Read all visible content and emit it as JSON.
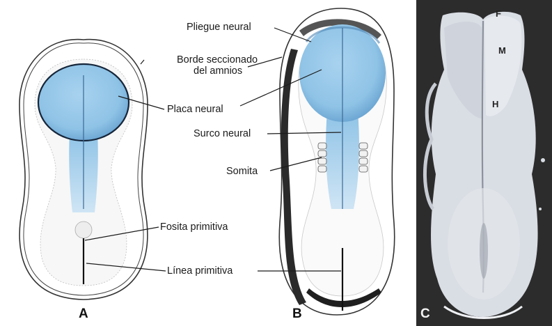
{
  "figure": {
    "panels": [
      {
        "id": "A",
        "letter": "A"
      },
      {
        "id": "B",
        "letter": "B"
      },
      {
        "id": "C",
        "letter": "C"
      }
    ],
    "labels": {
      "pliegue_neural": "Pliegue neural",
      "borde_seccionado": "Borde seccionado",
      "del_amnios": "del amnios",
      "placa_neural": "Placa neural",
      "surco_neural": "Surco neural",
      "somita": "Somita",
      "fosita_primitiva": "Fosita primitiva",
      "linea_primitiva": "Línea primitiva"
    },
    "sem_letters": {
      "f": "F",
      "m": "M",
      "h": "H"
    },
    "colors": {
      "neural_plate": "#8fc3e6",
      "neural_plate_dark": "#5f9fcc",
      "outline": "#222222",
      "sem_background": "#2c2c2c",
      "sem_tissue": "#d9dde4"
    }
  }
}
